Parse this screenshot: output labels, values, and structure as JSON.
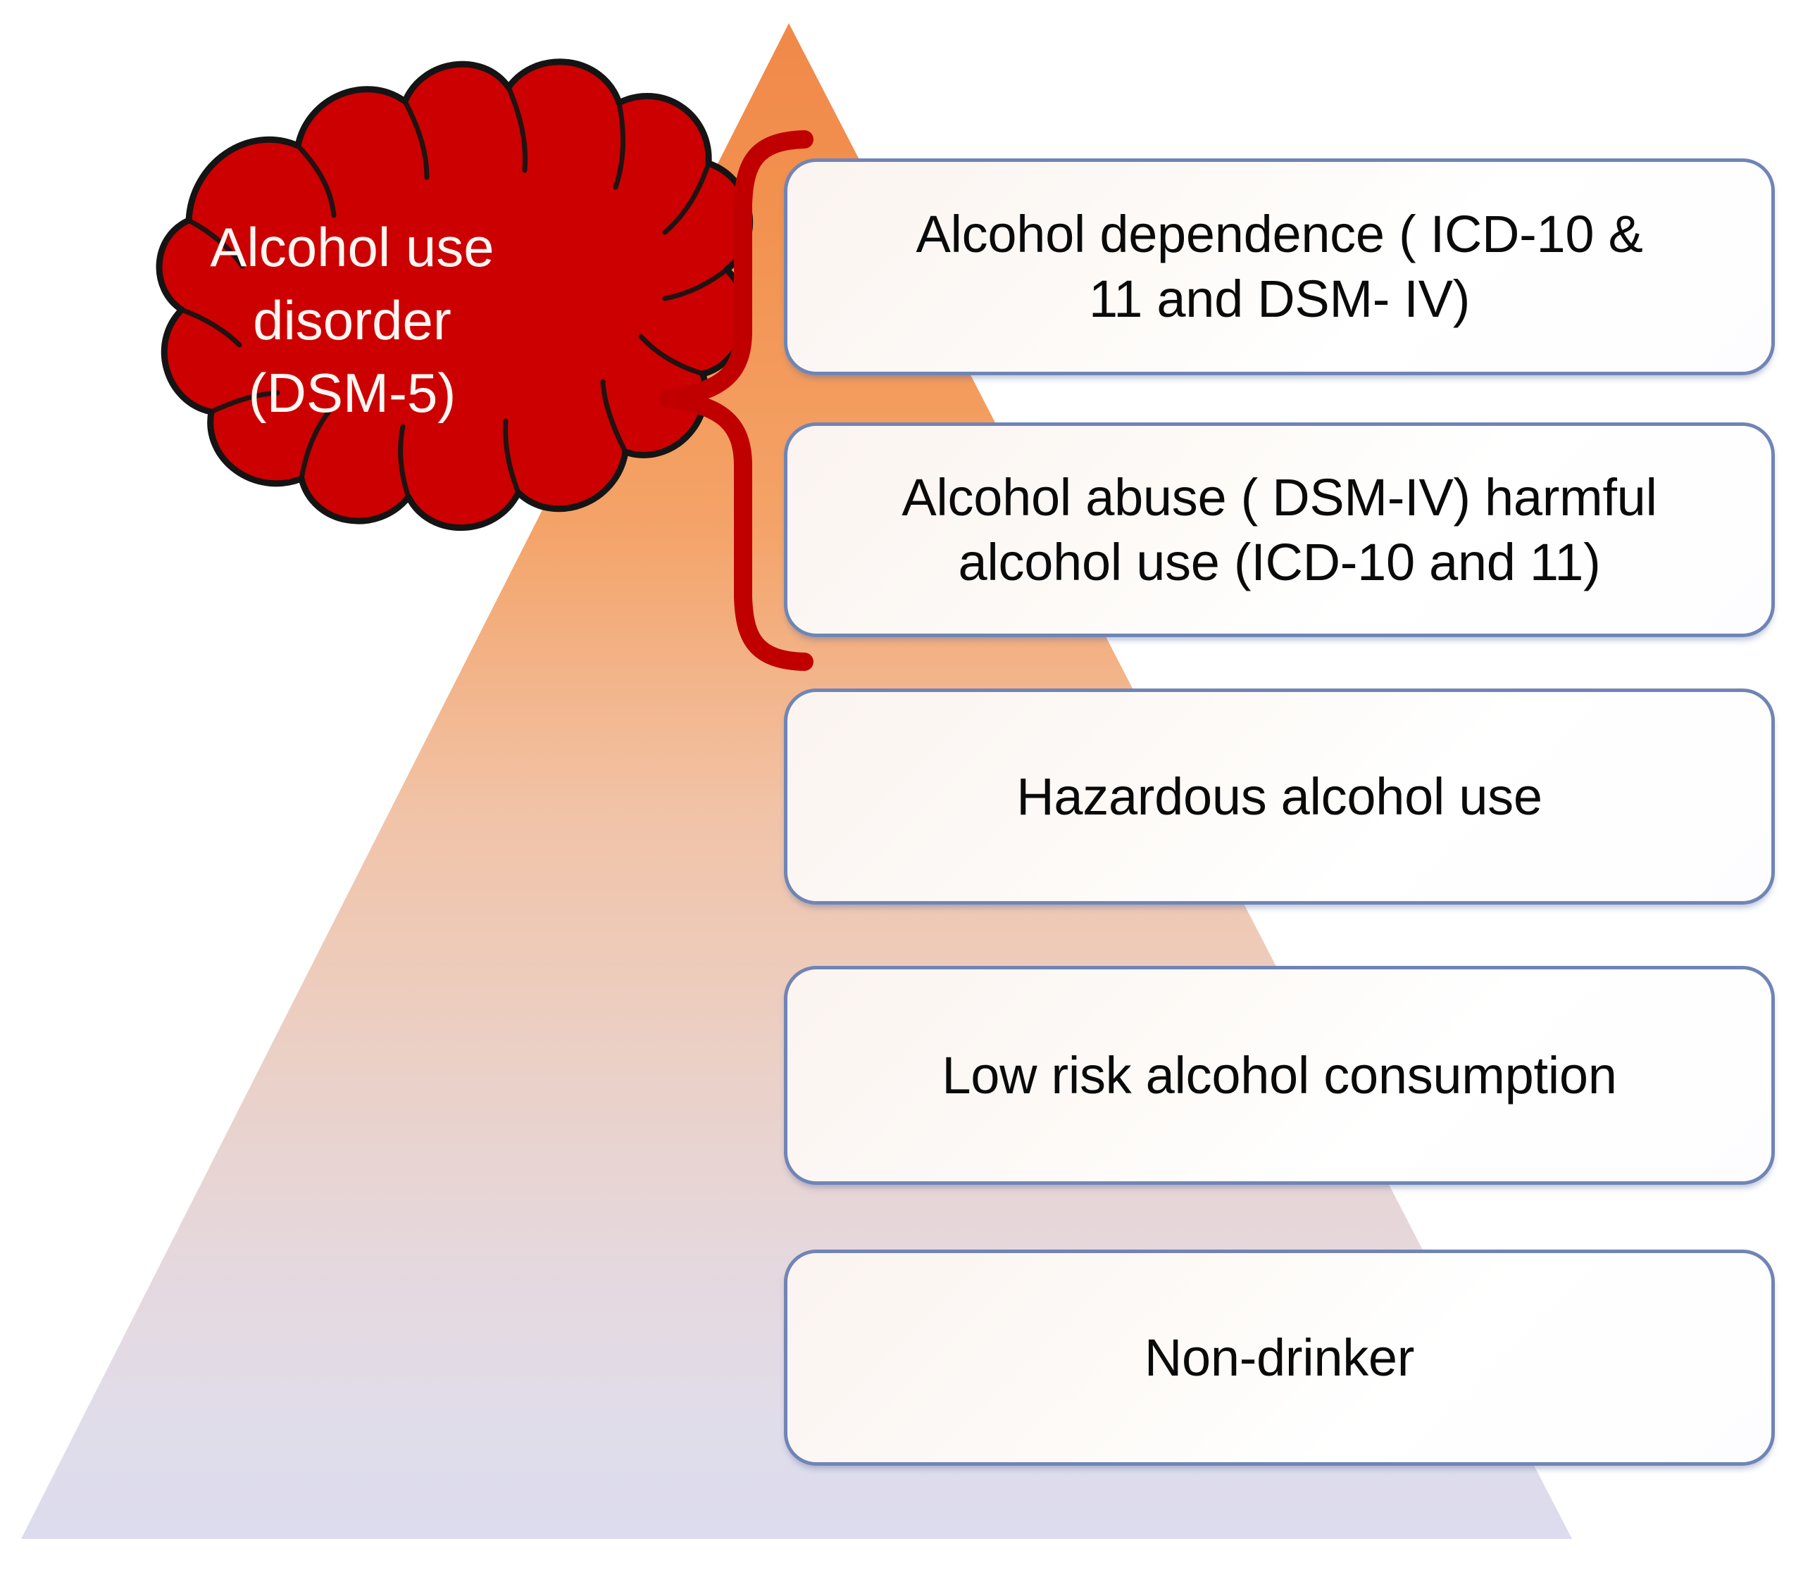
{
  "diagram": {
    "title": "Alcohol use spectrum pyramid",
    "cloud": {
      "name": "alcohol-use-disorder-cloud",
      "line1": "Alcohol use",
      "line2": "disorder",
      "line3": "(DSM-5)",
      "fill_color": "#CC0000",
      "stroke_color": "#111111",
      "text_color": "#FDF6F2"
    },
    "brace": {
      "name": "red-brace-connector",
      "color": "#C00000",
      "spans_levels": [
        "Alcohol dependence ( ICD-10 & 11 and DSM- IV)",
        "Alcohol abuse ( DSM-IV) harmful alcohol use (ICD-10 and 11)"
      ]
    },
    "pyramid": {
      "name": "alcohol-use-pyramid",
      "gradient_top": "#F2914F",
      "gradient_mid": "#EFC7AC",
      "gradient_low": "#E6D9DF",
      "gradient_bottom": "#DEDEEC"
    },
    "levels": [
      {
        "id": "alcohol-dependence",
        "line1": "Alcohol dependence ( ICD-10 &",
        "line2": "11 and DSM- IV)"
      },
      {
        "id": "alcohol-abuse",
        "line1": "Alcohol abuse ( DSM-IV) harmful",
        "line2": "alcohol use (ICD-10 and 11)"
      },
      {
        "id": "hazardous-alcohol-use",
        "line1": "Hazardous alcohol use",
        "line2": ""
      },
      {
        "id": "low-risk-alcohol-consumption",
        "line1": "Low risk alcohol consumption",
        "line2": ""
      },
      {
        "id": "non-drinker",
        "line1": "Non-drinker",
        "line2": ""
      }
    ]
  },
  "colors": {
    "box_border": "#7085B5",
    "box_fill": "#FFFFFF",
    "accent_red": "#CC0000",
    "pyramid_orange": "#F2914F"
  }
}
